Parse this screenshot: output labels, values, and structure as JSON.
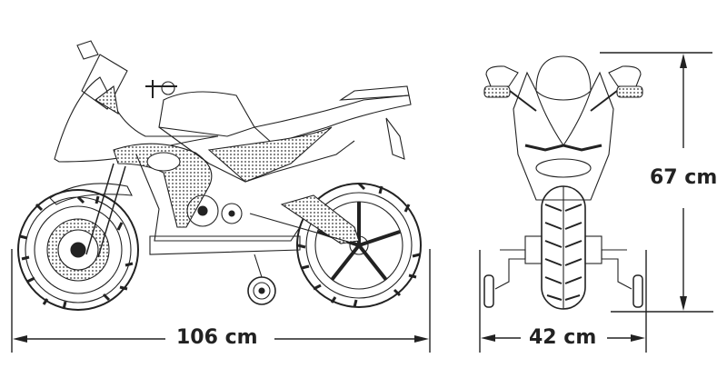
{
  "diagram": {
    "subject": "Kids ride-on sport motorcycle with training wheels",
    "views": [
      {
        "name": "side-view",
        "label": ""
      },
      {
        "name": "front-view",
        "label": ""
      }
    ],
    "dimensions": {
      "length": {
        "value": 106,
        "unit": "cm",
        "label": "106 cm"
      },
      "width": {
        "value": 42,
        "unit": "cm",
        "label": "42 cm"
      },
      "height": {
        "value": 67,
        "unit": "cm",
        "label": "67 cm"
      }
    },
    "colors": {
      "line": "#222222",
      "background": "#ffffff",
      "text": "#222222"
    }
  }
}
